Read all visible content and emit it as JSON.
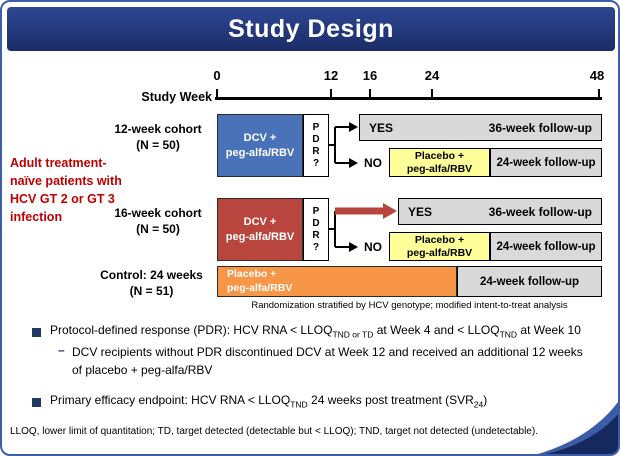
{
  "title": "Study Design",
  "timeline": {
    "label": "Study Week",
    "ticks": [
      "0",
      "12",
      "16",
      "24",
      "48"
    ]
  },
  "population": "Adult treatment-naïve patients with HCV GT 2 or GT 3 infection",
  "cohorts": {
    "c12": {
      "label": "12-week cohort",
      "n": "(N = 50)",
      "drug_line1": "DCV +",
      "drug_line2": "peg-alfa/RBV",
      "pdr": [
        "P",
        "D",
        "R",
        "?"
      ],
      "yes": "YES",
      "yes_outcome": "36-week follow-up",
      "no": "NO",
      "placebo_line1": "Placebo +",
      "placebo_line2": "peg-alfa/RBV",
      "no_outcome": "24-week follow-up"
    },
    "c16": {
      "label": "16-week cohort",
      "n": "(N = 50)",
      "drug_line1": "DCV +",
      "drug_line2": "peg-alfa/RBV",
      "pdr": [
        "P",
        "D",
        "R",
        "?"
      ],
      "yes": "YES",
      "yes_outcome": "36-week follow-up",
      "no": "NO",
      "placebo_line1": "Placebo +",
      "placebo_line2": "peg-alfa/RBV",
      "no_outcome": "24-week follow-up"
    },
    "control": {
      "label": "Control: 24 weeks",
      "n": "(N = 51)",
      "drug_line1": "Placebo +",
      "drug_line2": "peg-alfa/RBV",
      "outcome": "24-week follow-up"
    }
  },
  "caption": "Randomization stratified by HCV genotype; modified intent-to-treat analysis",
  "bullets": {
    "pdr": {
      "t1": "Protocol-defined response (PDR): HCV RNA < LLOQ",
      "s1": "TND or TD",
      "t2": " at Week 4 and < LLOQ",
      "s2": "TND",
      "t3": " at Week 10"
    },
    "sub_dash": "–",
    "sub": "DCV recipients without PDR discontinued DCV at Week 12 and received an additional 12 weeks of placebo + peg-alfa/RBV",
    "endpoint": {
      "t1": "Primary efficacy endpoint: HCV RNA < LLOQ",
      "s1": "TND",
      "t2": " 24 weeks post treatment (SVR",
      "s2": "24",
      "t3": ")"
    }
  },
  "footnote": "LLOQ, lower limit of quantitation; TD, target detected (detectable but < LLOQ); TND, target not detected (undetectable).",
  "colors": {
    "header_navy": "#1b2d66",
    "dcv_blue": "#4a72b8",
    "dcv_red": "#b8463f",
    "placebo_orange": "#f79646",
    "placebo_yellow": "#ffff99",
    "followup_gray": "#d9d9d9",
    "population_red": "#c00000"
  }
}
